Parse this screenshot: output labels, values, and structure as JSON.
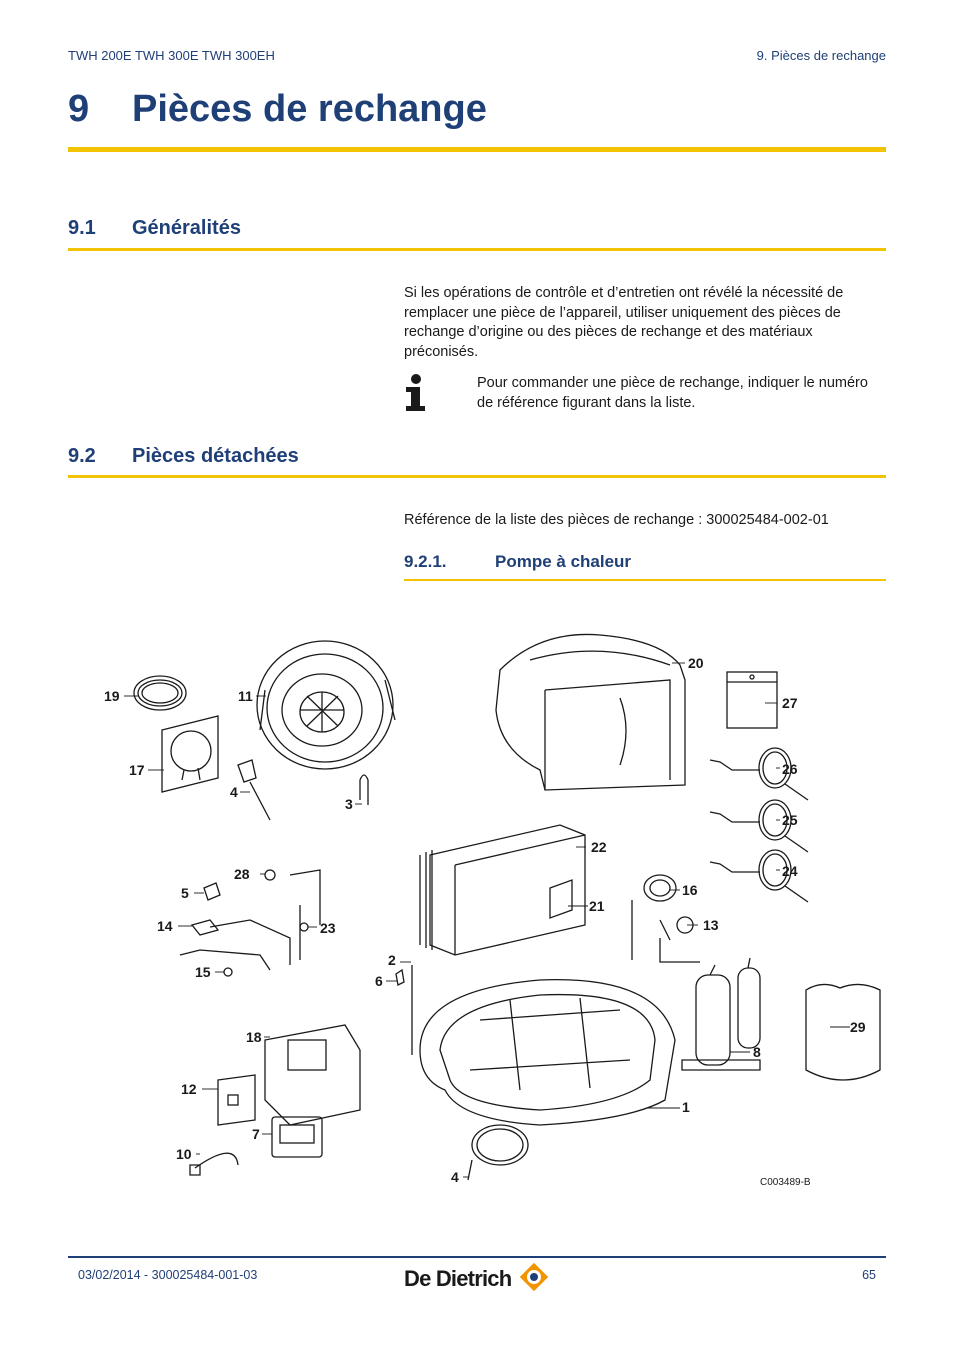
{
  "header": {
    "left": "TWH 200E TWH 300E TWH 300EH",
    "right": "9.  Pièces de rechange"
  },
  "chapter": {
    "number": "9",
    "title": "Pièces de rechange"
  },
  "section1": {
    "number": "9.1",
    "title": "Généralités",
    "paragraph": "Si les opérations de contrôle et d’entretien ont révélé la nécessité de remplacer une pièce de l’appareil, utiliser uniquement des pièces de rechange d’origine ou des pièces de rechange et des matériaux préconisés.",
    "info_note": "Pour commander une pièce de rechange, indiquer le numéro de référence figurant dans la liste."
  },
  "section2": {
    "number": "9.2",
    "title": "Pièces détachées",
    "paragraph": "Référence de la liste des pièces de rechange : 300025484-002-01",
    "subsection": {
      "number": "9.2.1.",
      "title": "Pompe à chaleur"
    }
  },
  "figure": {
    "reference": "C003489-B",
    "callouts": [
      "1",
      "2",
      "3",
      "4",
      "4",
      "5",
      "6",
      "7",
      "8",
      "10",
      "11",
      "12",
      "13",
      "14",
      "15",
      "16",
      "17",
      "18",
      "19",
      "20",
      "21",
      "22",
      "23",
      "24",
      "25",
      "26",
      "27",
      "28",
      "29"
    ]
  },
  "footer": {
    "date_ref": "03/02/2014 - 300025484-001-03",
    "brand": "De Dietrich",
    "page": "65"
  },
  "colors": {
    "title_blue": "#1f3f77",
    "rule_yellow": "#f2c300",
    "brand_orange": "#f29400"
  }
}
